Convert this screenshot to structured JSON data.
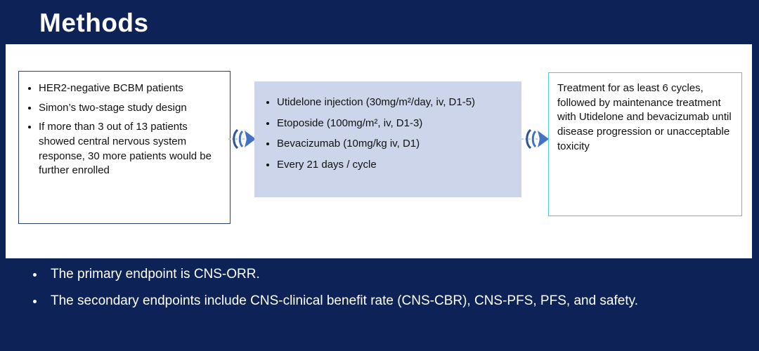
{
  "slide": {
    "title": "Methods",
    "colors": {
      "background": "#0d2357",
      "panel": "#ffffff",
      "left_box_border": "#24407c",
      "middle_box_fill": "#ccd5ea",
      "right_box_border": "#4fc3e8",
      "arrow": "#4472c4",
      "text_dark": "#111111",
      "text_light": "#ffffff"
    },
    "icons": {
      "flow_arrow": "double-chevron-right-arrow"
    }
  },
  "flow": {
    "left_box": {
      "items": [
        "HER2-negative BCBM patients",
        "Simon’s two-stage study design",
        "If more than 3 out of 13 patients showed central nervous system response, 30 more patients would be further enrolled"
      ]
    },
    "middle_box": {
      "items": [
        "Utidelone injection (30mg/m²/day, iv, D1-5)",
        "Etoposide (100mg/m², iv, D1-3)",
        "Bevacizumab (10mg/kg iv, D1)",
        "Every 21 days / cycle"
      ]
    },
    "right_box": {
      "text": "Treatment for as least 6 cycles, followed by maintenance treatment with Utidelone and bevacizumab until disease progression or unacceptable toxicity"
    }
  },
  "endpoints": {
    "items": [
      "The primary endpoint is CNS-ORR.",
      "The secondary endpoints include CNS-clinical benefit rate (CNS-CBR), CNS-PFS, PFS, and safety."
    ]
  }
}
